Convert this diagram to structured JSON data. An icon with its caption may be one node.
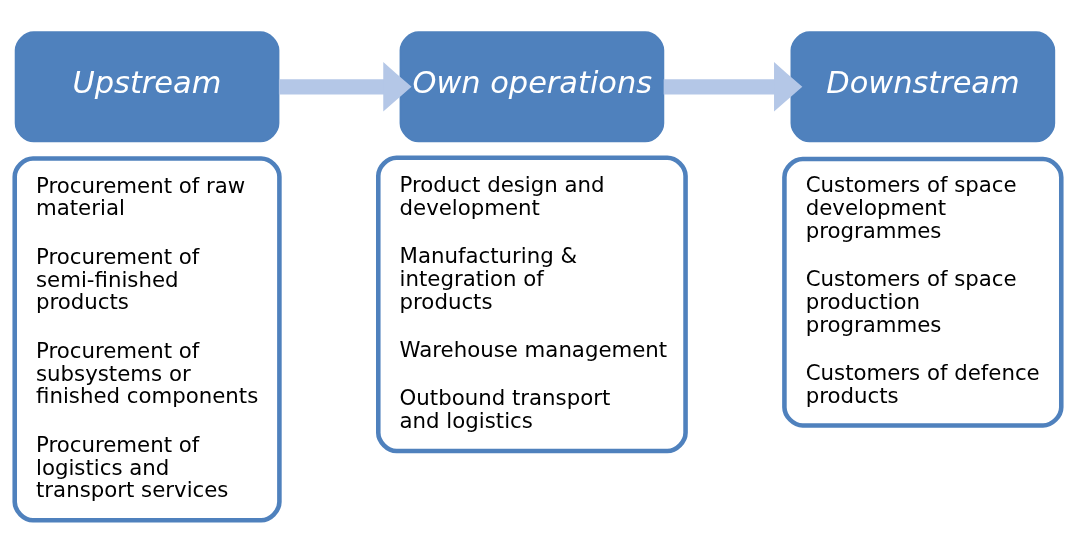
{
  "diagram": {
    "nodes": [
      {
        "text": [
          "Upstream"
        ]
      },
      {
        "text": [
          "Procurement of raw material",
          "Procurement of semi-finished products",
          "Procurement of subsystems or finished components",
          "Procurement of logistics and transport services"
        ]
      },
      {
        "text": [
          "Own operations"
        ]
      },
      {
        "text": [
          "Product design and development",
          "Manufacturing & integration of products",
          "Warehouse management",
          "Outbound transport and logistics"
        ]
      },
      {
        "text": [
          "Downstream"
        ]
      },
      {
        "text": [
          "Customers of space development programmes",
          "Customers of space production programmes",
          "Customers of defence products"
        ]
      }
    ],
    "edges": [
      {
        "from": 0,
        "to": 2,
        "arrow": "to"
      },
      {
        "from": 2,
        "to": 4,
        "arrow": "to"
      }
    ]
  }
}
